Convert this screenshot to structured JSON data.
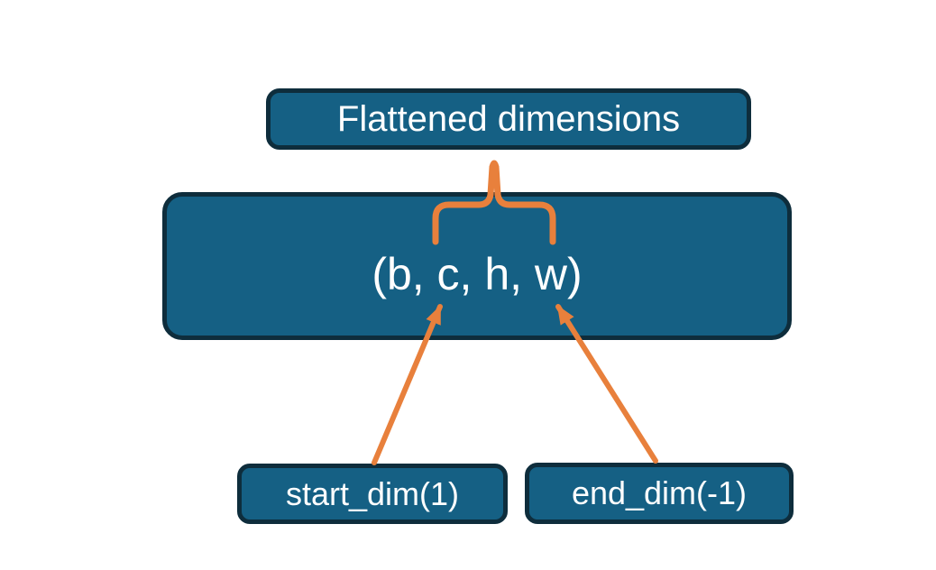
{
  "diagram": {
    "colors": {
      "background": "#ffffff",
      "box_fill": "#156084",
      "box_border": "#0e2d3c",
      "accent": "#e8803c",
      "text": "#ffffff"
    },
    "title_box": {
      "label": "Flattened dimensions"
    },
    "tensor_box": {
      "label": "(b, c, h, w)"
    },
    "start_box": {
      "label": "start_dim(1)"
    },
    "end_box": {
      "label": "end_dim(-1)"
    }
  }
}
